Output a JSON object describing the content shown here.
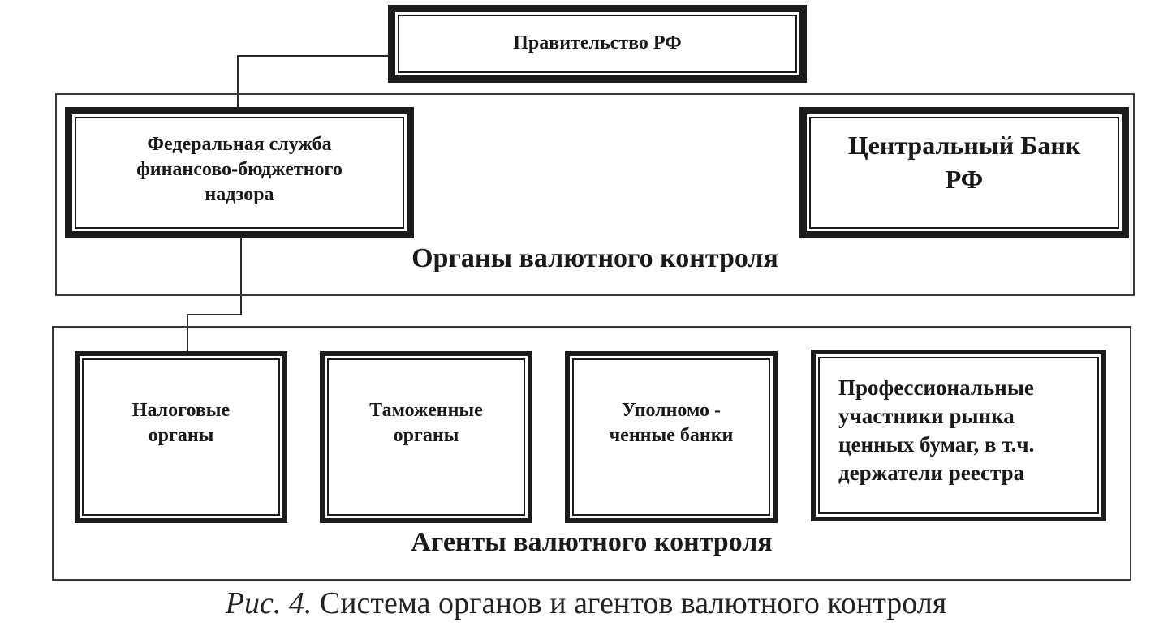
{
  "diagram": {
    "top_node": {
      "label": "Правительство РФ"
    },
    "control_bodies": {
      "title": "Органы валютного контроля",
      "nodes": [
        {
          "label": "Федеральная служба\nфинансово-бюджетного\nнадзора"
        },
        {
          "label": "Центральный Банк\nРФ"
        }
      ]
    },
    "control_agents": {
      "title": "Агенты валютного контроля",
      "nodes": [
        {
          "label": "Налоговые\nорганы"
        },
        {
          "label": "Таможенные\nорганы"
        },
        {
          "label": "Уполномо -\nченные банки"
        },
        {
          "label": "Профессиональные\nучастники рынка\nценных бумаг, в т.ч.\nдержатели реестра"
        }
      ]
    }
  },
  "caption": {
    "prefix": "Рис. 4.",
    "text": "Система органов и агентов валютного контроля"
  }
}
